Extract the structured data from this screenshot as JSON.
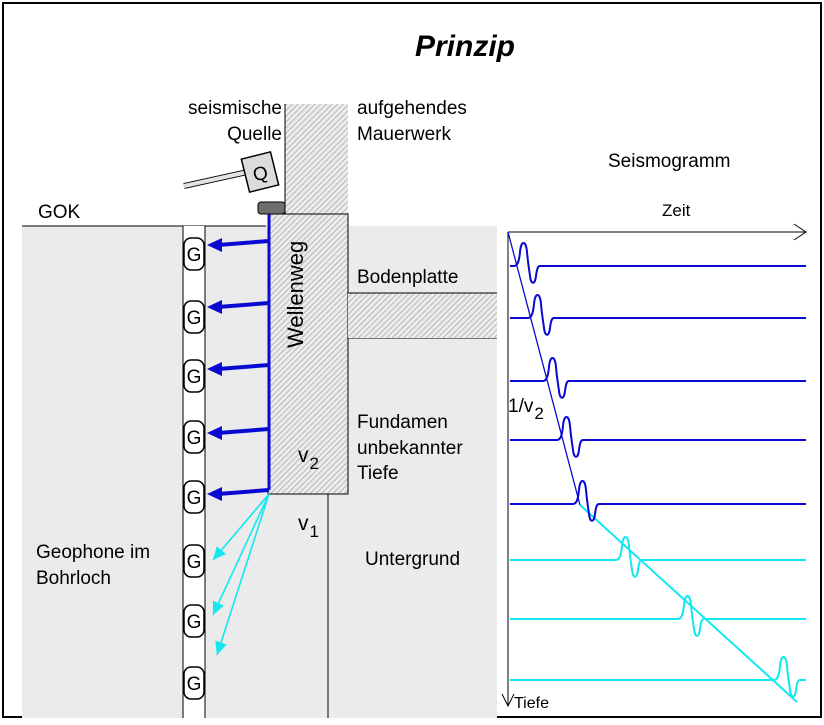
{
  "title": "Prinzip",
  "labels": {
    "source_line1": "seismische",
    "source_line2": "Quelle",
    "wall_line1": "aufgehendes",
    "wall_line2": "Mauerwerk",
    "gok": "GOK",
    "seismogram": "Seismogramm",
    "time_axis": "Zeit",
    "depth_axis": "Tiefe",
    "slab": "Bodenplatte",
    "wave_path": "Wellenweg",
    "foundation_line1": "Fundamen",
    "foundation_line2": "unbekannter",
    "foundation_line3": "Tiefe",
    "subsoil": "Untergrund",
    "geophones_line1": "Geophone im",
    "geophones_line2": "Bohrloch",
    "hammer_letter": "Q",
    "v2_base": "v",
    "v2_sub": "2",
    "v1_base": "v",
    "v1_sub": "1",
    "slope_base": "1/v",
    "slope_sub": "2"
  },
  "geophone_letter": "G",
  "colors": {
    "wave_dark": "#0a0ad2",
    "wave_light": "#12e8f0",
    "soil": "#ebebeb",
    "hatch": "#a0a0a0",
    "frame": "#000000"
  }
}
